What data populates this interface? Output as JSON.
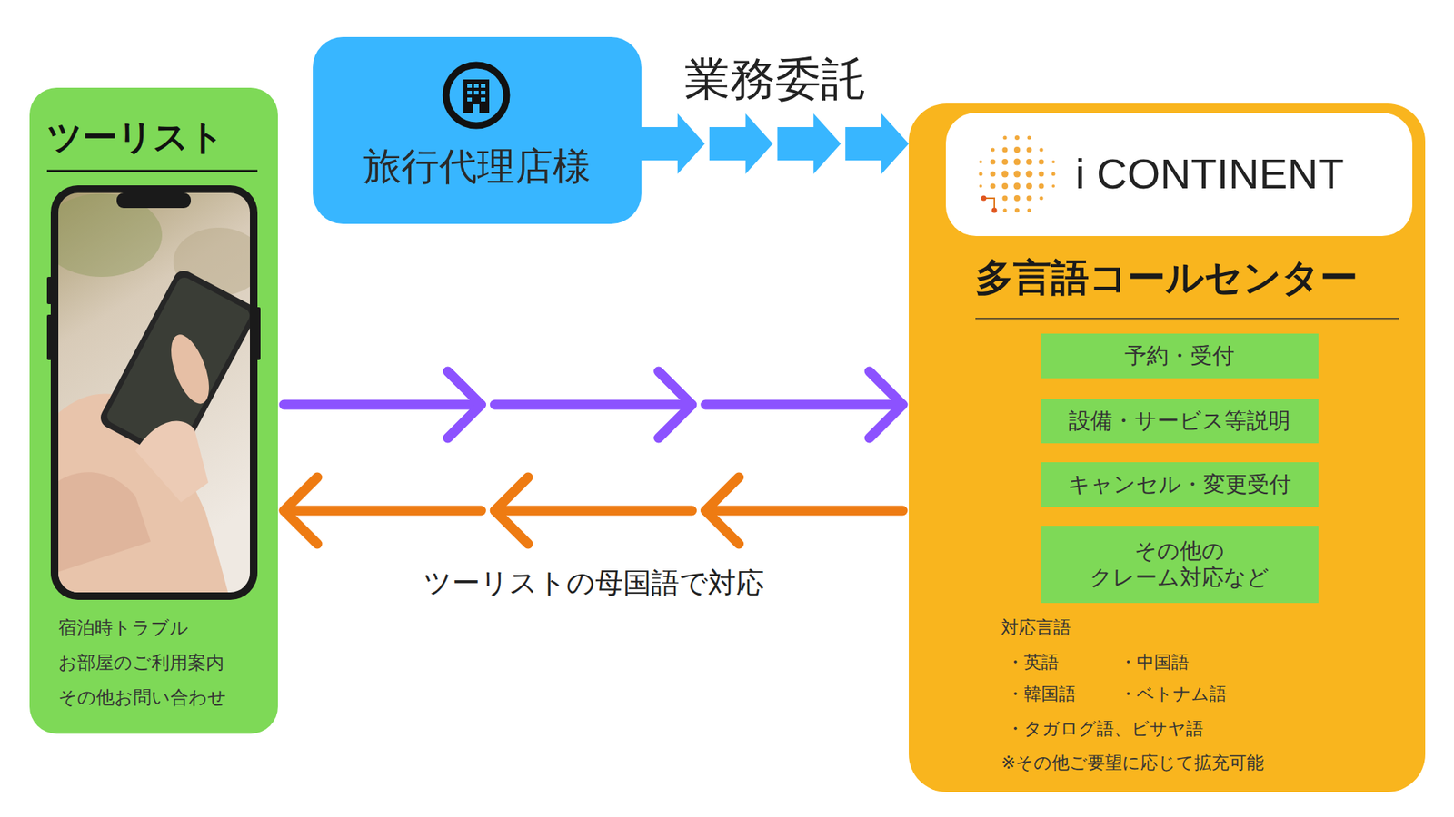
{
  "diagram": {
    "nodes": [
      {
        "text": [
          "ツーリスト",
          "宿泊時トラブル",
          "お部屋のご利用案内",
          "その他お問い合わせ"
        ]
      },
      {
        "text": [
          "旅行代理店様"
        ]
      },
      {
        "text": [
          "多言語コールセンター",
          "対応言語",
          "・英語",
          "・中国語",
          "・韓国語",
          "・ベトナム語",
          "・タガログ語、ビサヤ語",
          "※その他ご要望に応じて拡充可能"
        ]
      },
      {
        "text": [
          "i CONTINENT"
        ],
        "in": 2
      },
      {
        "text": [
          "予約・受付"
        ],
        "in": 2
      },
      {
        "text": [
          "設備・サービス等説明"
        ],
        "in": 2
      },
      {
        "text": [
          "キャンセル・変更受付"
        ],
        "in": 2
      },
      {
        "text": [
          "その他の クレーム対応など"
        ],
        "in": 2
      }
    ],
    "edges": [
      {
        "from": 1,
        "to": 2,
        "arrow": "to",
        "label": "業務委託"
      },
      {
        "from": 0,
        "to": 2,
        "arrow": "to"
      },
      {
        "from": 2,
        "to": 0,
        "arrow": "to",
        "label": "ツーリストの母国語で対応"
      }
    ]
  }
}
